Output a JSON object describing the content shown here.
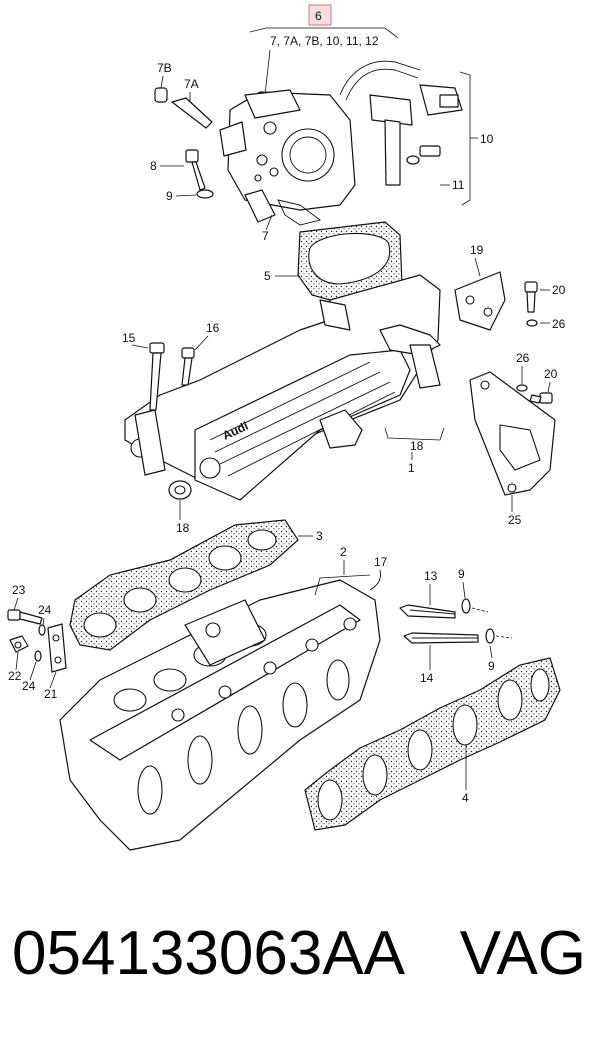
{
  "callouts": {
    "c6": "6",
    "c6_group": "7,  7A, 7B, 10, 11, 12",
    "c7b": "7B",
    "c7a": "7A",
    "c8": "8",
    "c9a": "9",
    "c7": "7",
    "c10": "10",
    "c11": "11",
    "c5": "5",
    "c19": "19",
    "c20a": "20",
    "c26a": "26",
    "c15": "15",
    "c16": "16",
    "c26b": "26",
    "c20b": "20",
    "c18a": "18",
    "c1": "1",
    "c18b": "18",
    "c25": "25",
    "c3": "3",
    "c2": "2",
    "c17": "17",
    "c13": "13",
    "c9b": "9",
    "c9c": "9",
    "c14": "14",
    "c23": "23",
    "c24a": "24",
    "c24b": "24",
    "c22": "22",
    "c21": "21",
    "c4": "4"
  },
  "highlight": {
    "callout": "6",
    "fill": "#f7dede",
    "stroke": "#d77a7a"
  },
  "footer": {
    "part_number": "054133063AA",
    "brand": "VAG"
  }
}
